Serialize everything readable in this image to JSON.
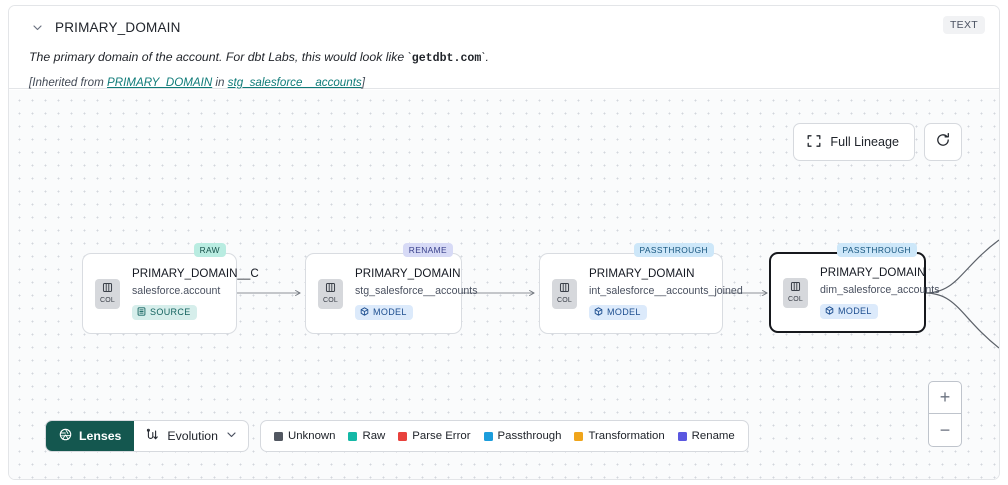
{
  "header": {
    "collapse_icon": "chevron-down-icon",
    "title": "PRIMARY_DOMAIN",
    "type_badge": "TEXT",
    "description_prefix": "The primary domain of the account. For dbt Labs, this would look like `",
    "description_code": "getdbt.com",
    "description_suffix": "`.",
    "inherit_open": "[Inherited from ",
    "inherit_link1": "PRIMARY_DOMAIN",
    "inherit_mid": " in ",
    "inherit_link2": "stg_salesforce__accounts",
    "inherit_close": "]"
  },
  "toolbar": {
    "full_lineage_label": "Full Lineage",
    "full_lineage_icon": "expand-icon",
    "refresh_icon": "refresh-icon"
  },
  "zoom_controls": {
    "zoom_in": "+",
    "zoom_out": "−"
  },
  "graph": {
    "nodes": [
      {
        "chip": "COL",
        "title": "PRIMARY_DOMAIN__C",
        "subtitle": "salesforce.account",
        "badge": "SOURCE",
        "badge_kind": "source",
        "badge_icon": "table-icon",
        "tag": "RAW",
        "tag_kind": "raw",
        "selected": false
      },
      {
        "chip": "COL",
        "title": "PRIMARY_DOMAIN",
        "subtitle": "stg_salesforce__accounts",
        "badge": "MODEL",
        "badge_kind": "model",
        "badge_icon": "cube-icon",
        "tag": "RENAME",
        "tag_kind": "ren",
        "selected": false
      },
      {
        "chip": "COL",
        "title": "PRIMARY_DOMAIN",
        "subtitle": "int_salesforce__accounts_joined",
        "badge": "MODEL",
        "badge_kind": "model",
        "badge_icon": "cube-icon",
        "tag": "PASSTHROUGH",
        "tag_kind": "pas",
        "selected": false
      },
      {
        "chip": "COL",
        "title": "PRIMARY_DOMAIN",
        "subtitle": "dim_salesforce_accounts",
        "badge": "MODEL",
        "badge_kind": "model",
        "badge_icon": "cube-icon",
        "tag": "PASSTHROUGH",
        "tag_kind": "pas",
        "selected": true
      }
    ]
  },
  "bottom_bar": {
    "lenses_label": "Lenses",
    "lenses_icon": "aperture-icon",
    "evolution_label": "Evolution",
    "evolution_icon": "evolution-icon",
    "evolution_chevron": "chevron-down-icon",
    "legend": [
      {
        "label": "Unknown",
        "color": "#525761"
      },
      {
        "label": "Raw",
        "color": "#14b8a6"
      },
      {
        "label": "Parse Error",
        "color": "#e8413c"
      },
      {
        "label": "Passthrough",
        "color": "#1c9ddc"
      },
      {
        "label": "Transformation",
        "color": "#f0a51b"
      },
      {
        "label": "Rename",
        "color": "#5a57e0"
      }
    ]
  }
}
